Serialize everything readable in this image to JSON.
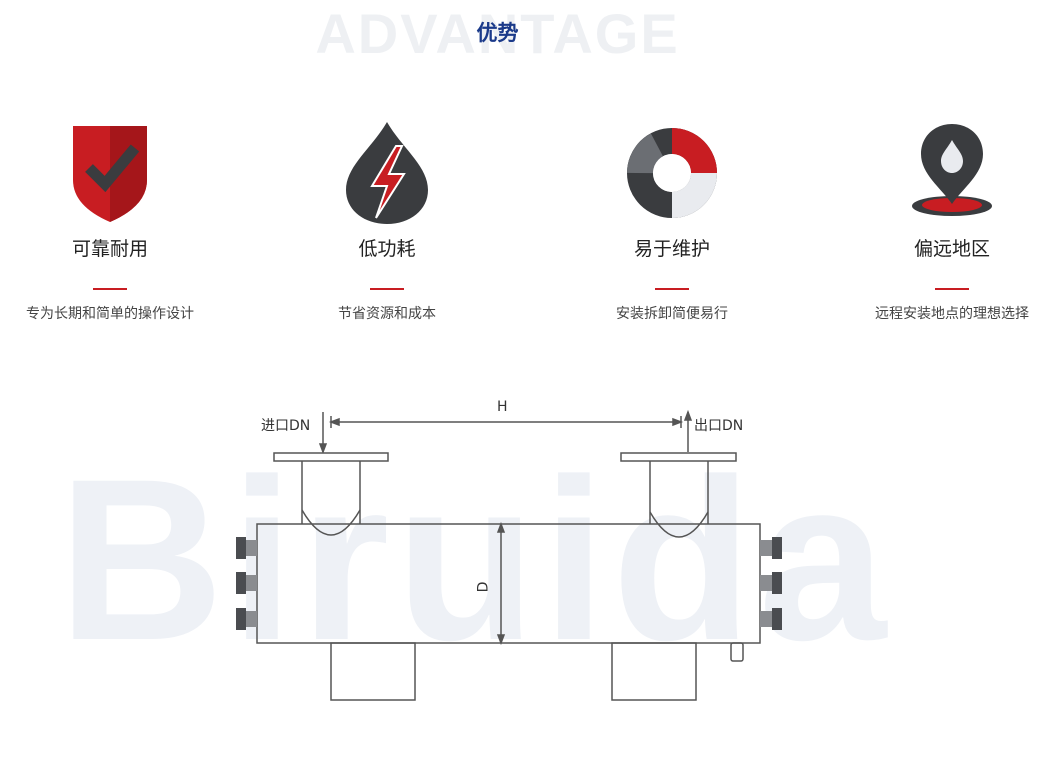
{
  "section": {
    "bg_word": "ADVANTAGE",
    "title": "优势"
  },
  "features": [
    {
      "icon": "shield-check-icon",
      "title": "可靠耐用",
      "desc": "专为长期和简单的操作设计"
    },
    {
      "icon": "drop-lightning-icon",
      "title": "低功耗",
      "desc": "节省资源和成本"
    },
    {
      "icon": "puzzle-ring-icon",
      "title": "易于维护",
      "desc": "安装拆卸简便易行"
    },
    {
      "icon": "location-pin-icon",
      "title": "偏远地区",
      "desc": "远程安装地点的理想选择"
    }
  ],
  "diagram": {
    "watermark": "Biruida",
    "inlet_label": "进口DN",
    "outlet_label": "出口DN",
    "h_label": "H",
    "d_label": "D"
  },
  "colors": {
    "accent_red": "#c81d22",
    "dark_gray": "#3a3c3f",
    "title_blue": "#1b3a8a"
  }
}
